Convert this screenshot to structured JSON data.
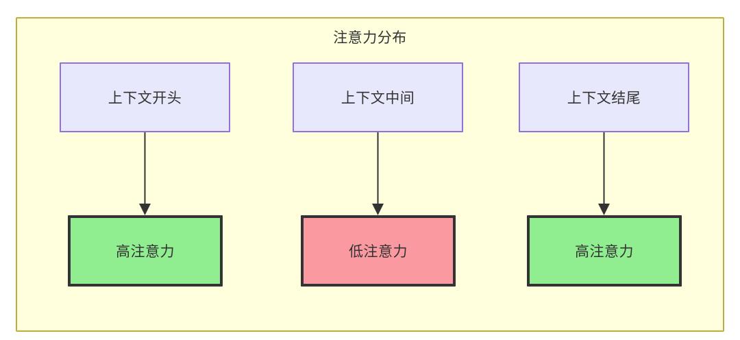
{
  "diagram": {
    "type": "flowchart",
    "container": {
      "title": "注意力分布",
      "fill_color": "#ffffde",
      "border_color": "#bfae3c"
    },
    "nodes": [
      {
        "id": "context-start",
        "label": "上下文开头",
        "role": "source",
        "fill_color": "#e8e8fc",
        "border_color": "#9370db"
      },
      {
        "id": "context-middle",
        "label": "上下文中间",
        "role": "source",
        "fill_color": "#e8e8fc",
        "border_color": "#9370db"
      },
      {
        "id": "context-end",
        "label": "上下文结尾",
        "role": "source",
        "fill_color": "#e8e8fc",
        "border_color": "#9370db"
      },
      {
        "id": "attention-high-start",
        "label": "高注意力",
        "role": "result",
        "fill_color": "#90ee90",
        "border_color": "#333333"
      },
      {
        "id": "attention-low-middle",
        "label": "低注意力",
        "role": "result",
        "fill_color": "#fa9aa0",
        "border_color": "#333333"
      },
      {
        "id": "attention-high-end",
        "label": "高注意力",
        "role": "result",
        "fill_color": "#90ee90",
        "border_color": "#333333"
      }
    ],
    "edges": [
      {
        "from": "context-start",
        "to": "attention-high-start",
        "label": "",
        "arrow": "down-arrow"
      },
      {
        "from": "context-middle",
        "to": "attention-low-middle",
        "label": "",
        "arrow": "down-arrow"
      },
      {
        "from": "context-end",
        "to": "attention-high-end",
        "label": "",
        "arrow": "down-arrow"
      }
    ]
  }
}
